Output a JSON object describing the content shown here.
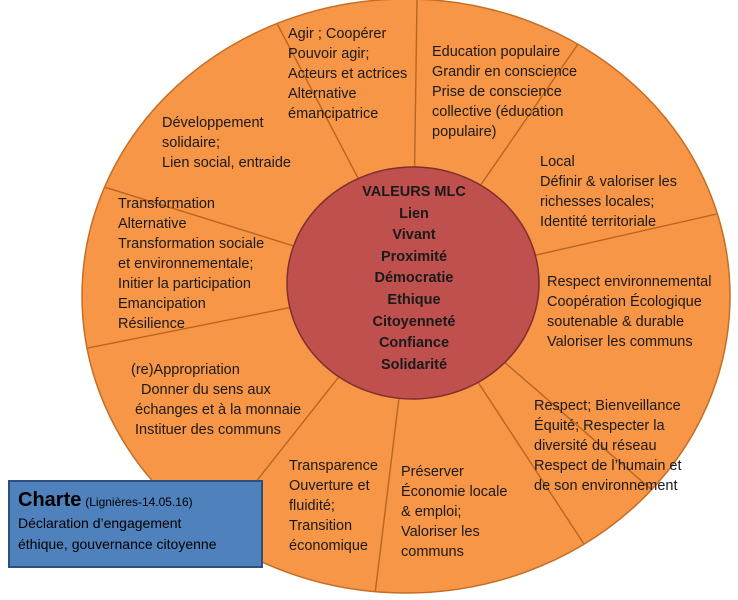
{
  "center": {
    "lines": [
      "VALEURS MLC",
      "Lien",
      "Vivant",
      "Proximité",
      "Démocratie",
      "Ethique",
      "Citoyenneté",
      "Confiance",
      "Solidarité"
    ]
  },
  "segments": [
    {
      "id": "agir",
      "lines": [
        "Agir ; Coopérer",
        "Pouvoir agir;",
        "Acteurs et actrices",
        "Alternative",
        "émancipatrice"
      ]
    },
    {
      "id": "education",
      "lines": [
        "Education populaire",
        "Grandir en conscience",
        "Prise de conscience",
        "collective (éducation",
        "populaire)"
      ]
    },
    {
      "id": "local",
      "lines": [
        "Local",
        "Définir & valoriser les",
        "richesses locales;",
        "Identité territoriale"
      ]
    },
    {
      "id": "respect-env",
      "lines": [
        "Respect environnemental",
        "Coopération Écologique",
        "soutenable & durable",
        "Valoriser les communs"
      ]
    },
    {
      "id": "respect",
      "lines": [
        "Respect; Bienveillance",
        "Équité; Respecter la",
        "diversité du réseau",
        "Respect de l’humain et",
        "de son environnement"
      ]
    },
    {
      "id": "preserver",
      "lines": [
        "Préserver",
        "Économie locale",
        "& emploi;",
        "Valoriser les",
        "communs"
      ]
    },
    {
      "id": "transparence",
      "lines": [
        "Transparence",
        "Ouverture et",
        "fluidité;",
        "Transition",
        "économique"
      ]
    },
    {
      "id": "appropriation",
      "lines": [
        "(re)Appropriation",
        "Donner du sens aux",
        "échanges et à la monnaie",
        "Instituer des communs"
      ]
    },
    {
      "id": "transformation",
      "lines": [
        "Transformation",
        "Alternative",
        "Transformation sociale",
        "et environnementale;",
        "Initier la participation",
        "Emancipation",
        "Résilience"
      ]
    },
    {
      "id": "developpement",
      "lines": [
        "Développement",
        "solidaire;",
        "Lien social, entraide"
      ]
    }
  ],
  "charte": {
    "title": "Charte",
    "date": "(Lignières-14.05.16)",
    "line1": "Déclaration d’engagement",
    "line2": "éthique, gouvernance citoyenne"
  },
  "colors": {
    "outer_ring": "#f79646",
    "center_circle": "#c0504d",
    "charte_box": "#4f81bd"
  }
}
